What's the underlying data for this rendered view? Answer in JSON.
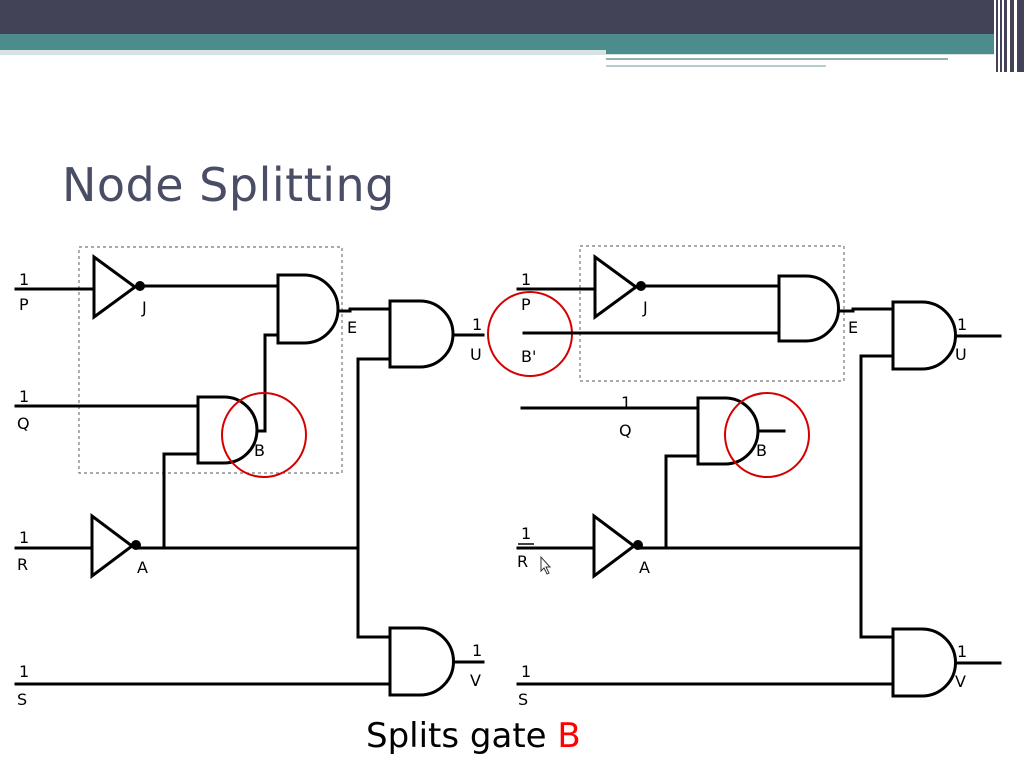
{
  "slide": {
    "title": "Node Splitting",
    "caption_prefix": "Splits gate ",
    "caption_highlight": "B",
    "caption_highlight_color": "#ff0000"
  },
  "colors": {
    "header_dark": "#424357",
    "header_teal": "#4c8c8c",
    "title_text": "#4a4d66",
    "circle_red": "#d40000"
  },
  "circuit_original": {
    "inputs": [
      {
        "value": "1",
        "name": "P"
      },
      {
        "value": "1",
        "name": "Q"
      },
      {
        "value": "1",
        "name": "R"
      },
      {
        "value": "1",
        "name": "S"
      }
    ],
    "gates": {
      "j": "J",
      "b": "B",
      "a": "A",
      "e": "E"
    },
    "outputs": [
      {
        "value": "1",
        "name": "U"
      },
      {
        "value": "1",
        "name": "V"
      }
    ]
  },
  "circuit_split": {
    "inputs": [
      {
        "value": "1",
        "name": "P"
      },
      {
        "value": "",
        "name": "B'"
      },
      {
        "value": "1",
        "name": "Q"
      },
      {
        "value": "1",
        "name": "R"
      },
      {
        "value": "1",
        "name": "S"
      }
    ],
    "gates": {
      "j": "J",
      "b": "B",
      "a": "A",
      "e": "E"
    },
    "outputs": [
      {
        "value": "1",
        "name": "U"
      },
      {
        "value": "1",
        "name": "V"
      }
    ]
  }
}
